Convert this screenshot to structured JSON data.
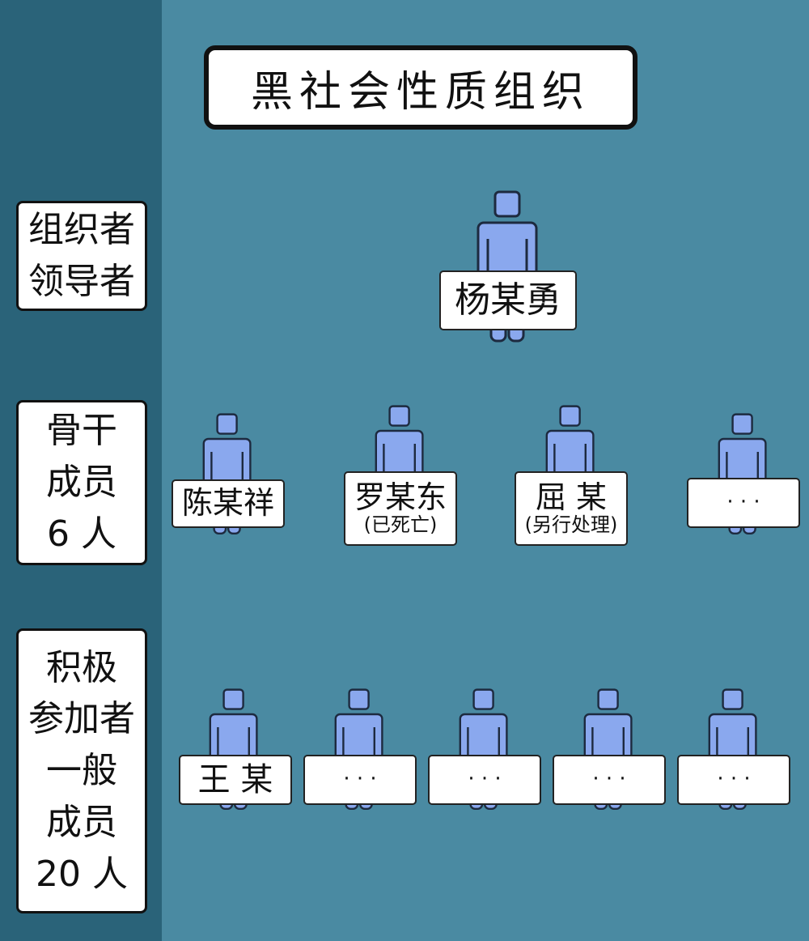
{
  "title": "黑社会性质组织",
  "colors": {
    "background": "#4a8aa2",
    "sidebar": "#2a6379",
    "figure_fill": "#8aa8ee",
    "figure_outline": "#1d2a3f"
  },
  "levels": [
    {
      "lines": [
        "组织者",
        "领导者"
      ]
    },
    {
      "lines": [
        "骨干",
        "成员",
        "6 人"
      ]
    },
    {
      "lines": [
        "积极",
        "参加者",
        "一般",
        "成员",
        "20 人"
      ]
    }
  ],
  "leader": {
    "name": "杨某勇",
    "note": ""
  },
  "core_members": [
    {
      "name": "陈某祥",
      "note": ""
    },
    {
      "name": "罗某东",
      "note": "(已死亡)"
    },
    {
      "name": "屈 某",
      "note": "(另行处理)"
    },
    {
      "name": "· · ·",
      "note": ""
    }
  ],
  "general_members": [
    {
      "name": "王 某",
      "note": ""
    },
    {
      "name": "· · ·",
      "note": ""
    },
    {
      "name": "· · ·",
      "note": ""
    },
    {
      "name": "· · ·",
      "note": ""
    },
    {
      "name": "· · ·",
      "note": ""
    }
  ]
}
